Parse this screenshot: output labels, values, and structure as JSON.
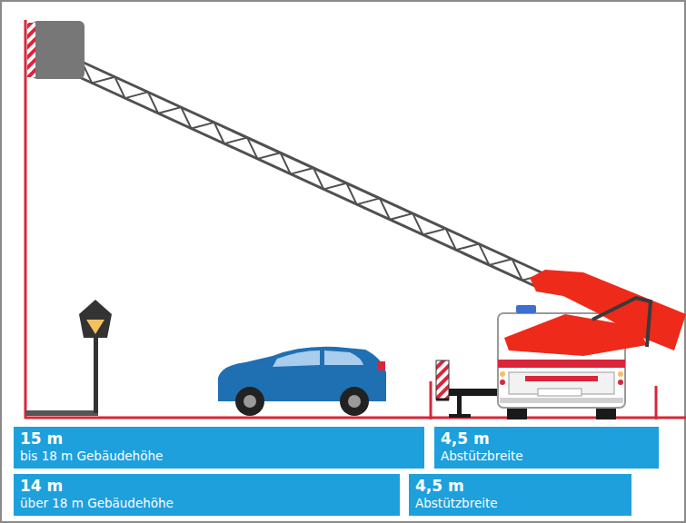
{
  "diagram": {
    "nodes": [
      {
        "text": [
          "15 m",
          "bis 18 m Gebäudehöhe"
        ]
      },
      {
        "text": [
          "4,5 m",
          "Abstützbreite"
        ]
      },
      {
        "text": [
          "14 m",
          "über 18 m Gebäudehöhe"
        ]
      },
      {
        "text": [
          "4,5 m",
          "Abstützbreite"
        ]
      }
    ]
  }
}
